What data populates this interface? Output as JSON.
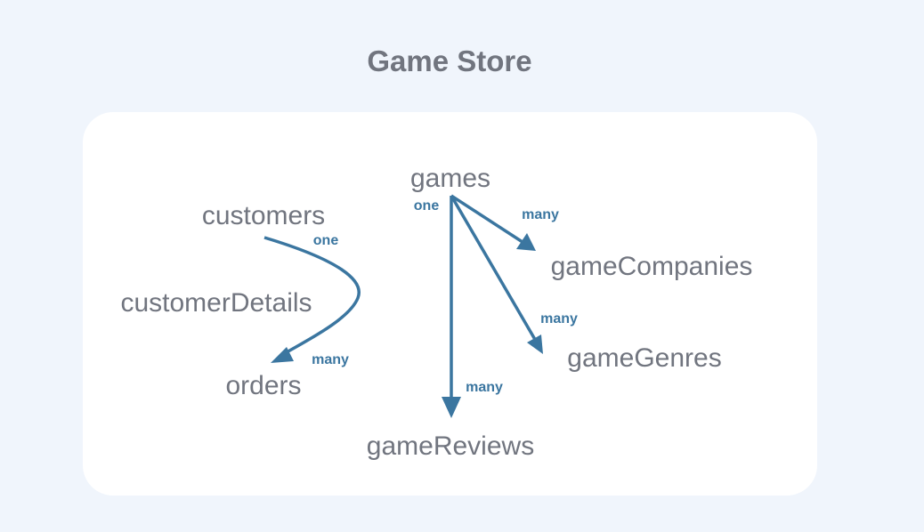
{
  "title": "Game Store",
  "colors": {
    "background": "#f0f5fc",
    "edge": "#3b76a0",
    "text": "#71757f"
  },
  "nodes": {
    "customers": "customers",
    "customerDetails": "customerDetails",
    "orders": "orders",
    "games": "games",
    "gameCompanies": "gameCompanies",
    "gameGenres": "gameGenres",
    "gameReviews": "gameReviews"
  },
  "relations": [
    {
      "from": "customers",
      "to": "orders",
      "from_label": "one",
      "to_label": "many"
    },
    {
      "from": "games",
      "to": "gameCompanies",
      "from_label": "one",
      "to_label": "many"
    },
    {
      "from": "games",
      "to": "gameGenres",
      "from_label": "one",
      "to_label": "many"
    },
    {
      "from": "games",
      "to": "gameReviews",
      "from_label": "one",
      "to_label": "many"
    }
  ]
}
